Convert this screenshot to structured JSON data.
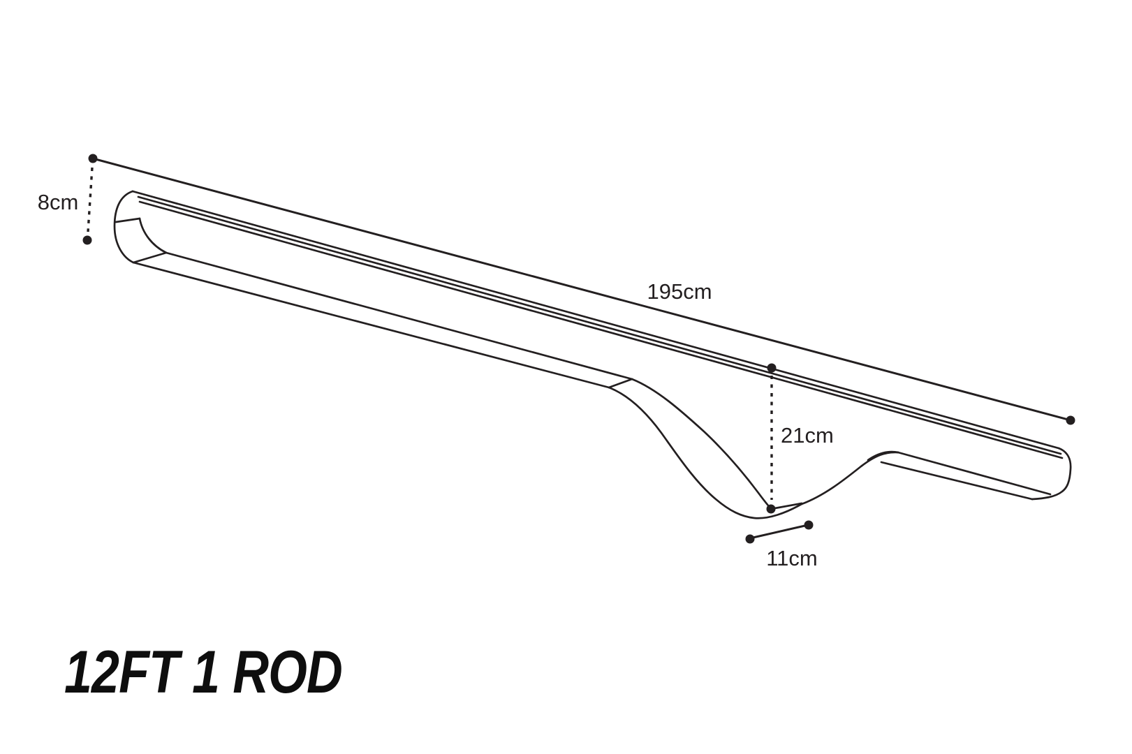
{
  "page": {
    "background_color": "#ffffff",
    "line_color": "#231f20"
  },
  "diagram": {
    "type": "technical-outline-drawing",
    "subject": "12ft single rod sleeve side profile with dimension callouts",
    "title": "12FT 1 ROD",
    "labels": {
      "overall_length": "195cm",
      "end_height": "8cm",
      "dip_depth": "21cm",
      "dip_base_width": "11cm"
    }
  }
}
